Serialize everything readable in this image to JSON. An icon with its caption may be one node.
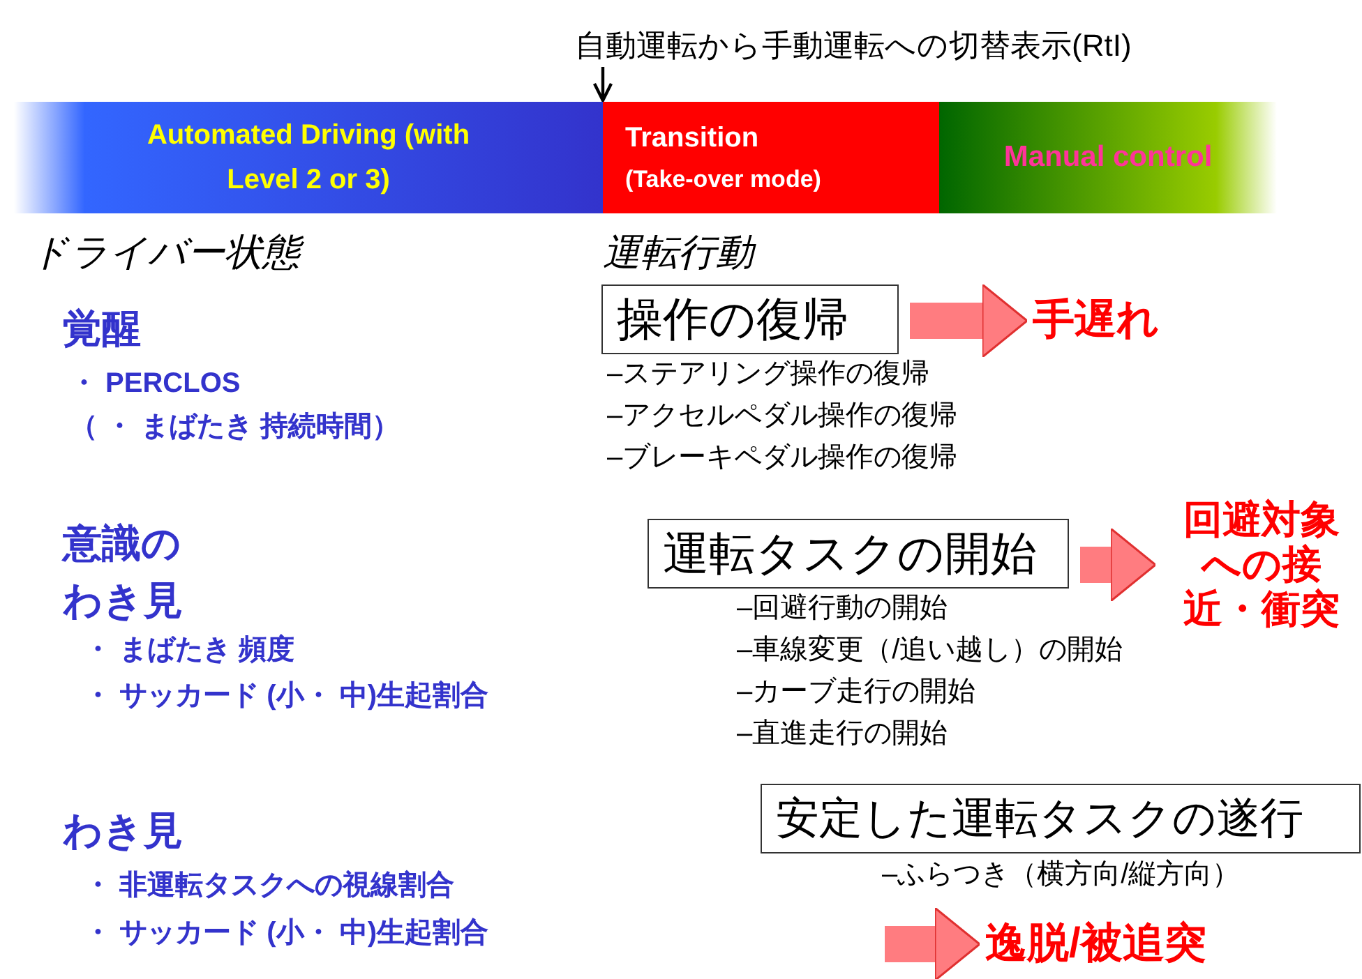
{
  "diagram": {
    "nodes": [
      {
        "text": [
          "自動運転から手動運転への切替表示(RtI)"
        ]
      },
      {
        "text": [
          "Automated Driving (with Level 2 or 3)"
        ]
      },
      {
        "text": [
          "Transition",
          "(Take-over mode)"
        ]
      },
      {
        "text": [
          "Manual control"
        ]
      },
      {
        "text": [
          "操作の復帰"
        ],
        "beside": [
          "–ステアリング操作の復帰",
          "–アクセルペダル操作の復帰",
          "–ブレーキペダル操作の復帰"
        ]
      },
      {
        "text": [
          "手遅れ"
        ]
      },
      {
        "text": [
          "運転タスクの開始"
        ],
        "beside": [
          "–回避行動の開始",
          "–車線変更（/追い越し）の開始",
          "–カーブ走行の開始",
          "–直進走行の開始"
        ]
      },
      {
        "text": [
          "回避対象への接近・衝突"
        ]
      },
      {
        "text": [
          "安定した運転タスクの遂行"
        ],
        "beside": [
          "–ふらつき（横方向/縦方向）"
        ]
      },
      {
        "text": [
          "逸脱/被追突"
        ]
      }
    ],
    "edges": [
      {
        "from": 0,
        "to": 2,
        "arrow": "to",
        "color": "#000000"
      },
      {
        "from": 4,
        "to": 5,
        "arrow": "to"
      },
      {
        "from": 6,
        "to": 7,
        "arrow": "to"
      },
      {
        "from": null,
        "to": 9,
        "arrow": "to"
      }
    ],
    "labels": [
      "ドライバー状態",
      "運転行動",
      "覚醒",
      "・ PERCLOS",
      "（ ・ まばたき 持続時間）",
      "意識のわき見",
      "・ まばたき 頻度",
      "・ サッカード (小・ 中)生起割合",
      "わき見",
      "・ 非運転タスクへの視線割合",
      "・ サッカード (小・ 中)生起割合"
    ]
  }
}
